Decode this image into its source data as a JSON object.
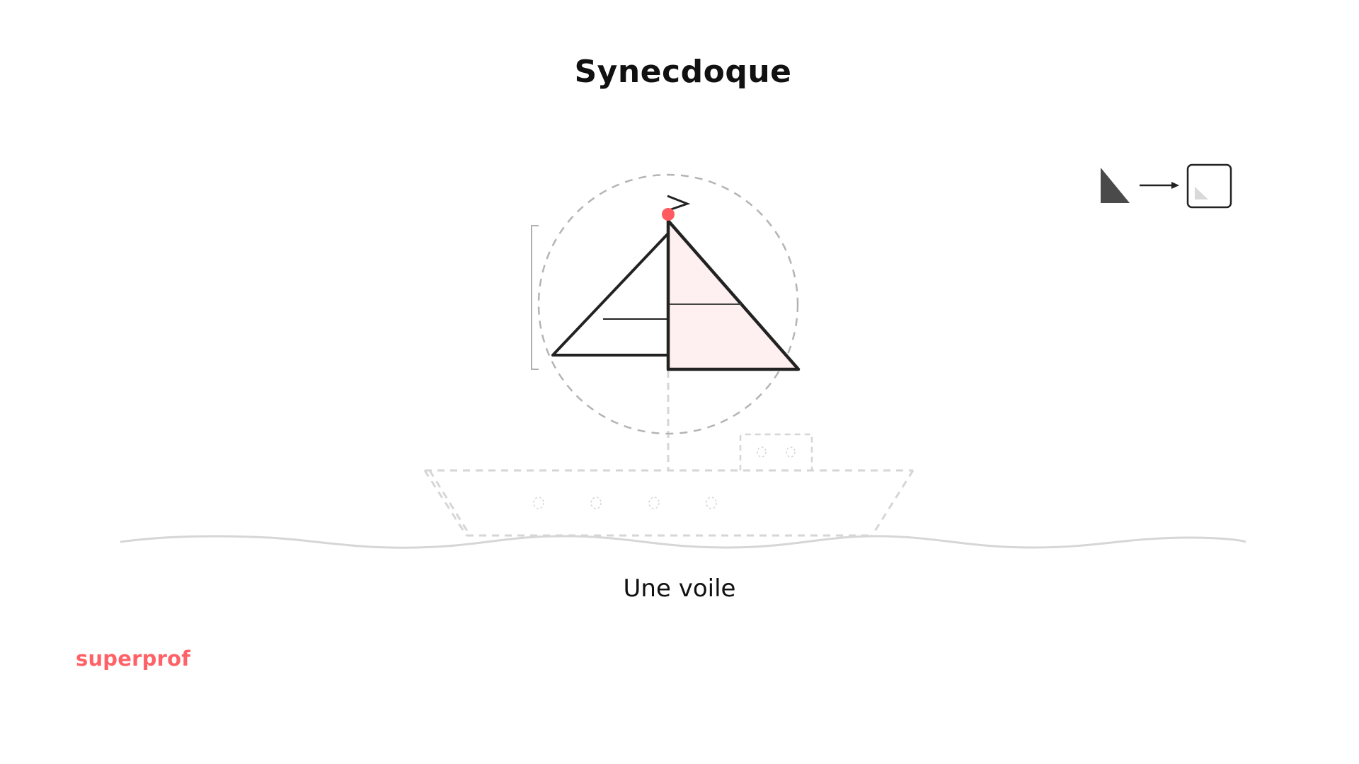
{
  "slide": {
    "title": "Synecdoque",
    "caption": "Une voile",
    "brand": "superprof"
  },
  "colors": {
    "brand": "#FF6266",
    "accent_dot": "#FF5A5F",
    "sail_fill": "#FEF0F0",
    "stroke_dark": "#222222",
    "dashed_gray": "#B4B4B4",
    "ghost_gray": "#D6D6D6",
    "icon_dark": "#4A4A4A",
    "icon_light": "#D9D9D9"
  },
  "legend_icon": {
    "description": "part-to-whole icon: triangle arrow into framed square",
    "left": "sail-triangle",
    "arrow": "right-arrow",
    "right": "framed-triangle"
  }
}
